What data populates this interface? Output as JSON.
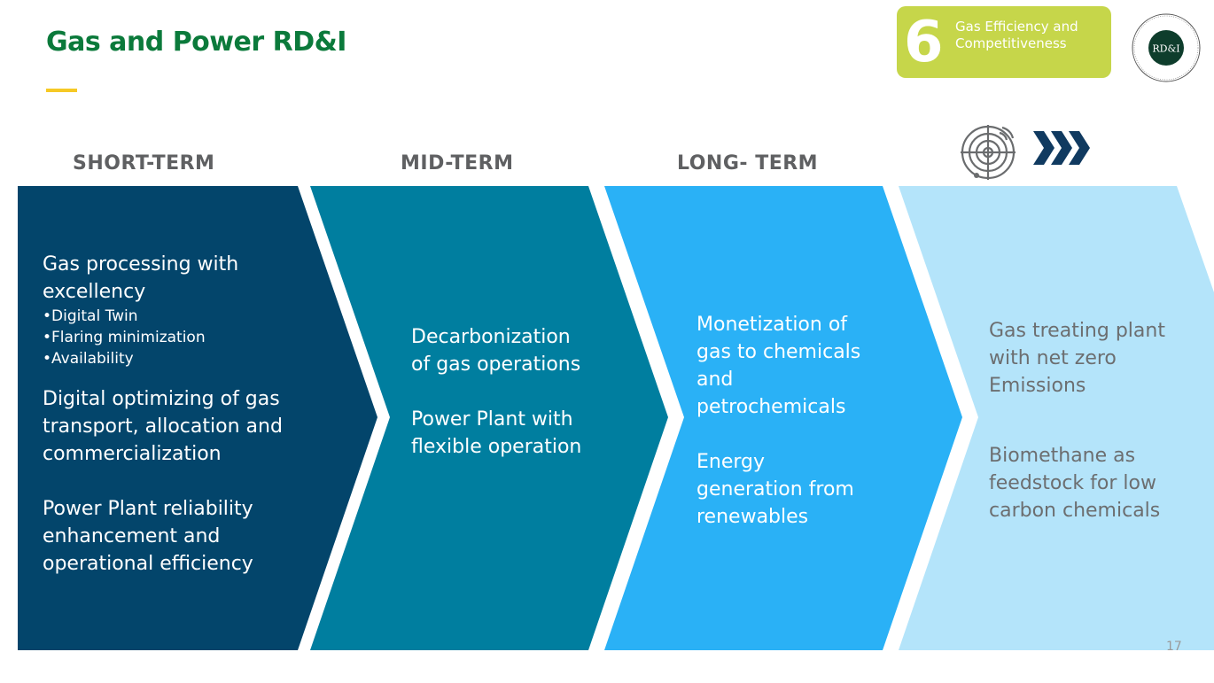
{
  "header": {
    "title": "Gas and Power RD&I"
  },
  "badge": {
    "number": "6",
    "text": "Gas Efficiency and Competitiveness"
  },
  "logo": {
    "text": "RD&I",
    "ring_text": "RESEARCH · DEVELOPMENT AND INNOVATION"
  },
  "timeline": {
    "short_label": "SHORT-TERM",
    "mid_label": "MID-TERM",
    "long_label": "LONG- TERM"
  },
  "stages": {
    "short": {
      "item1": "Gas processing with excellency",
      "bullets": [
        "•Digital Twin",
        "•Flaring minimization",
        "•Availability"
      ],
      "item2": "Digital optimizing of gas transport, allocation and commercialization",
      "item3": "Power Plant reliability enhancement and operational efficiency"
    },
    "mid": {
      "item1": "Decarbonization of gas operations",
      "item2": "Power Plant with flexible operation"
    },
    "long": {
      "item1": "Monetization of gas to chemicals and petrochemicals",
      "item2": "Energy generation from renewables"
    },
    "future": {
      "item1": "Gas treating plant with net zero Emissions",
      "item2": "Biomethane as feedstock for low carbon chemicals"
    }
  },
  "colors": {
    "title_green": "#0b7a3b",
    "accent_yellow": "#f6c925",
    "badge_green": "#c6d64a",
    "stage_short": "#03456b",
    "stage_mid": "#007e9f",
    "stage_long": "#2ab1f6",
    "stage_future": "#b4e4fa",
    "chevron_navy": "#103a60"
  },
  "icons": {
    "target": "target-radar-icon",
    "chevrons": "triple-chevron-right-icon"
  },
  "footer": {
    "page_number": "17"
  }
}
